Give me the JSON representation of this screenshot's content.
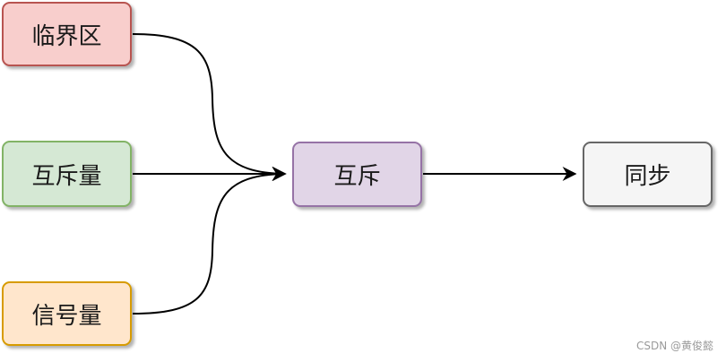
{
  "nodes": {
    "critical_section": {
      "label": "临界区",
      "fill": "#f8cecc",
      "stroke": "#b85450"
    },
    "mutex_amount": {
      "label": "互斥量",
      "fill": "#d5e8d4",
      "stroke": "#82b366"
    },
    "semaphore": {
      "label": "信号量",
      "fill": "#ffe6cc",
      "stroke": "#d79b00"
    },
    "mutex": {
      "label": "互斥",
      "fill": "#e1d5e7",
      "stroke": "#9673a6"
    },
    "synchronization": {
      "label": "同步",
      "fill": "#f5f5f5",
      "stroke": "#666666"
    }
  },
  "edges": [
    {
      "from": "critical_section",
      "to": "mutex"
    },
    {
      "from": "mutex_amount",
      "to": "mutex"
    },
    {
      "from": "semaphore",
      "to": "mutex"
    },
    {
      "from": "mutex",
      "to": "synchronization"
    }
  ],
  "edge_color": "#000000",
  "watermark": "CSDN @黄俊懿"
}
